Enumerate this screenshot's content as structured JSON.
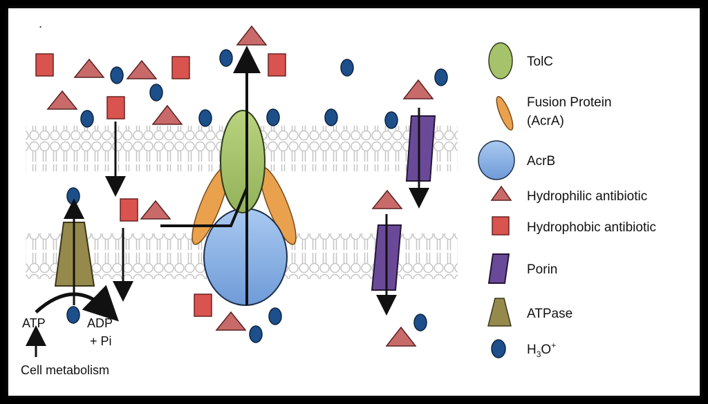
{
  "colors": {
    "tolc": "#a6c26b",
    "fusion_protein": "#e9a14e",
    "acrb": "#8fb7e8",
    "hydrophilic": "#c96a6a",
    "hydrophobic": "#d9534f",
    "porin": "#6a4a98",
    "atpase": "#958a4c",
    "h3o": "#1d4f8a",
    "membrane": "#dcdcdc"
  },
  "labels": {
    "atp": "ATP",
    "adp": "ADP",
    "pi": "+ Pi",
    "cell_metabolism": "Cell metabolism"
  },
  "legend": [
    {
      "key": "tolc",
      "label": "TolC",
      "icon": "tolc-ellipse-icon"
    },
    {
      "key": "fusion",
      "label": "Fusion Protein",
      "label2": "(AcrA)",
      "icon": "fusion-protein-icon"
    },
    {
      "key": "acrb",
      "label": "AcrB",
      "icon": "acrb-circle-icon"
    },
    {
      "key": "hydrophilic",
      "label": "Hydrophilic antibiotic",
      "icon": "triangle-icon"
    },
    {
      "key": "hydrophobic",
      "label": "Hydrophobic antibiotic",
      "icon": "square-icon"
    },
    {
      "key": "porin",
      "label": "Porin",
      "icon": "porin-icon"
    },
    {
      "key": "atpase",
      "label": "ATPase",
      "icon": "trapezoid-icon"
    },
    {
      "key": "h3o",
      "label": "H",
      "sub": "3",
      "rest": "O",
      "sup": "+",
      "icon": "hydronium-icon"
    }
  ]
}
